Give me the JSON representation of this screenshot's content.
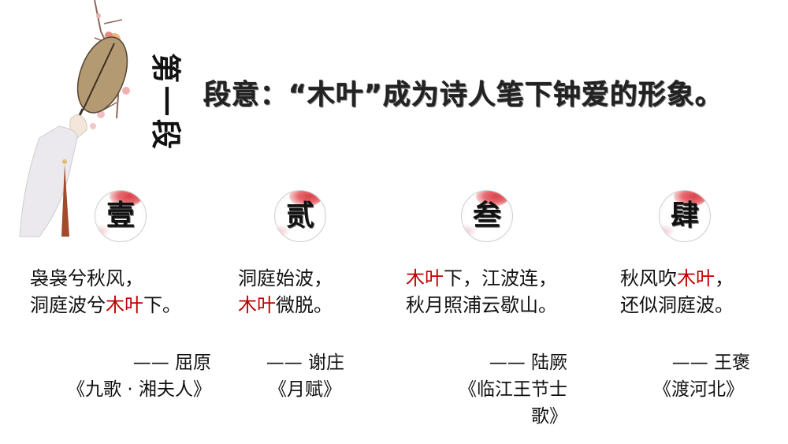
{
  "slide": {
    "section_label": "第一段",
    "headline": "段意：“木叶”成为诗人笔下钟爱的形象。",
    "highlight_color": "#c00000",
    "illustration": "ancient-lady-holding-round-fan-with-plum-blossoms",
    "items": [
      {
        "badge": "壹",
        "line1": {
          "before": "袅袅兮秋风，",
          "highlight": "",
          "after": ""
        },
        "line2": {
          "before": "洞庭波兮",
          "highlight": "木叶",
          "after": "下。"
        },
        "author": "—— 屈原",
        "work": "《九歌 · 湘夫人》",
        "work_line2": ""
      },
      {
        "badge": "贰",
        "line1": {
          "before": "洞庭始波，",
          "highlight": "",
          "after": ""
        },
        "line2": {
          "before": "",
          "highlight": "木叶",
          "after": "微脱。"
        },
        "author": "—— 谢庄",
        "work": "《月赋》",
        "work_line2": ""
      },
      {
        "badge": "叁",
        "line1": {
          "before": "",
          "highlight": "木叶",
          "after": "下，江波连，"
        },
        "line2": {
          "before": "秋月照浦云歇山。",
          "highlight": "",
          "after": ""
        },
        "author": "—— 陆厥",
        "work": "《临江王节士",
        "work_line2": "歌》"
      },
      {
        "badge": "肆",
        "line1": {
          "before": "秋风吹",
          "highlight": "木叶",
          "after": "，"
        },
        "line2": {
          "before": "还似洞庭波。",
          "highlight": "",
          "after": ""
        },
        "author": "—— 王褒",
        "work": "《渡河北》",
        "work_line2": ""
      }
    ]
  }
}
